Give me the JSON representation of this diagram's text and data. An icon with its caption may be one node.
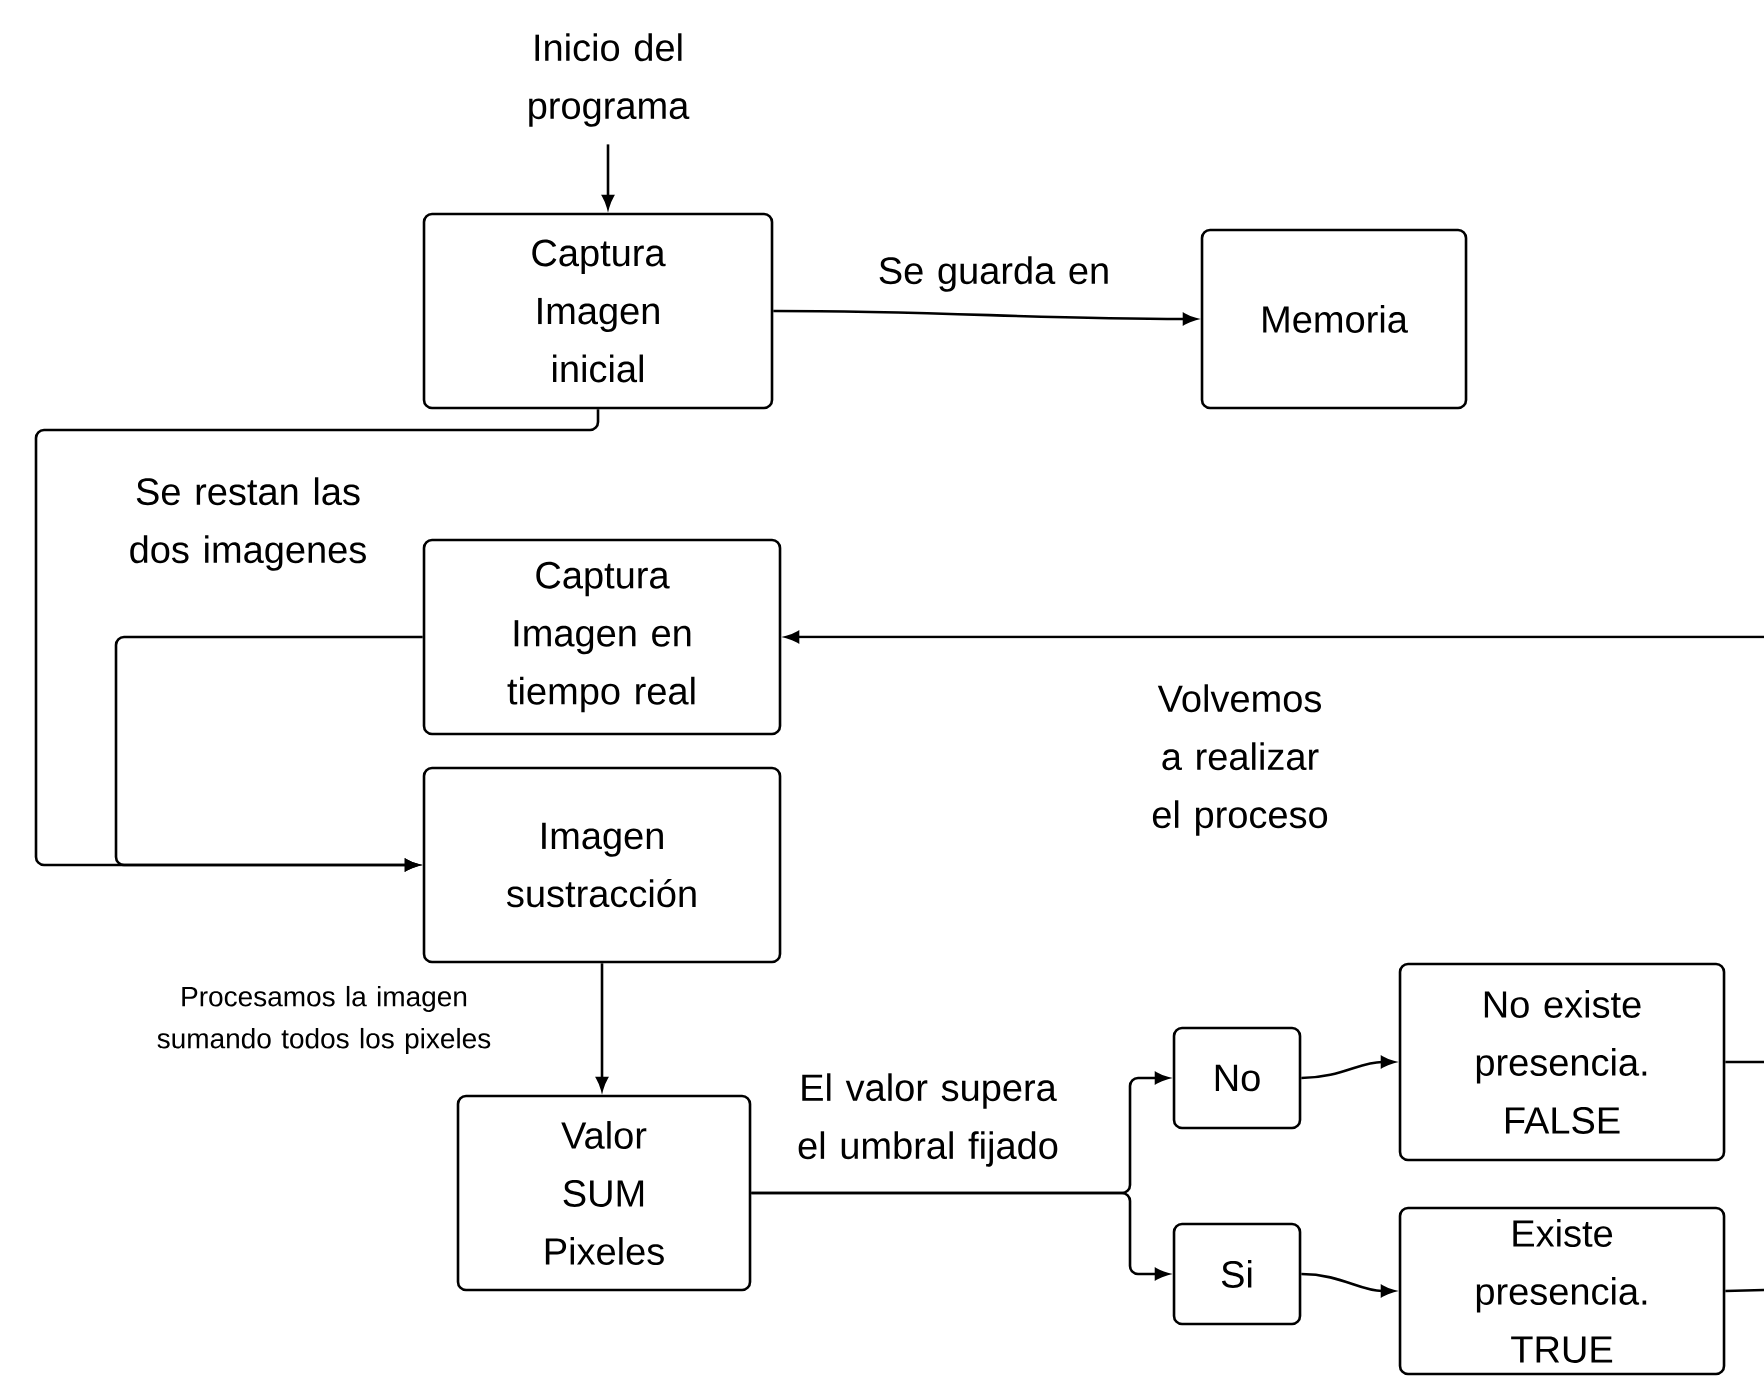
{
  "diagram": {
    "nodes": [
      {
        "text": [
          "Inicio del programa"
        ]
      },
      {
        "text": [
          "Captura Imagen inicial"
        ]
      },
      {
        "text": [
          "Memoria"
        ]
      },
      {
        "text": [
          "Captura Imagen en tiempo real"
        ]
      },
      {
        "text": [
          "Imagen sustracción"
        ]
      },
      {
        "text": [
          "Valor SUM Pixeles"
        ]
      },
      {
        "text": [
          "No"
        ]
      },
      {
        "text": [
          "Si"
        ]
      },
      {
        "text": [
          "No existe presencia. FALSE"
        ]
      },
      {
        "text": [
          "Existe presencia. TRUE"
        ]
      }
    ],
    "edges": [
      {
        "from": 0,
        "to": 1,
        "arrow": "to"
      },
      {
        "from": 1,
        "to": 2,
        "arrow": "to",
        "label": "Se guarda en"
      },
      {
        "from": 1,
        "to": 4,
        "arrow": "to",
        "label": "Se restan las dos imagenes"
      },
      {
        "from": 3,
        "to": 4,
        "arrow": "to"
      },
      {
        "from": null,
        "to": 3,
        "arrow": "to",
        "label": "Volvemos a realizar el proceso"
      },
      {
        "from": 4,
        "to": 5,
        "arrow": "to",
        "label": "Procesamos la imagen sumando todos los pixeles"
      },
      {
        "from": 5,
        "to": 6,
        "arrow": "to",
        "label": "El valor supera el umbral fijado"
      },
      {
        "from": 5,
        "to": 7,
        "arrow": "to"
      },
      {
        "from": 6,
        "to": 8,
        "arrow": "to"
      },
      {
        "from": 7,
        "to": 9,
        "arrow": "to"
      },
      {
        "from": 8,
        "to": null,
        "arrow": "none"
      },
      {
        "from": 9,
        "to": null,
        "arrow": "none"
      }
    ]
  }
}
